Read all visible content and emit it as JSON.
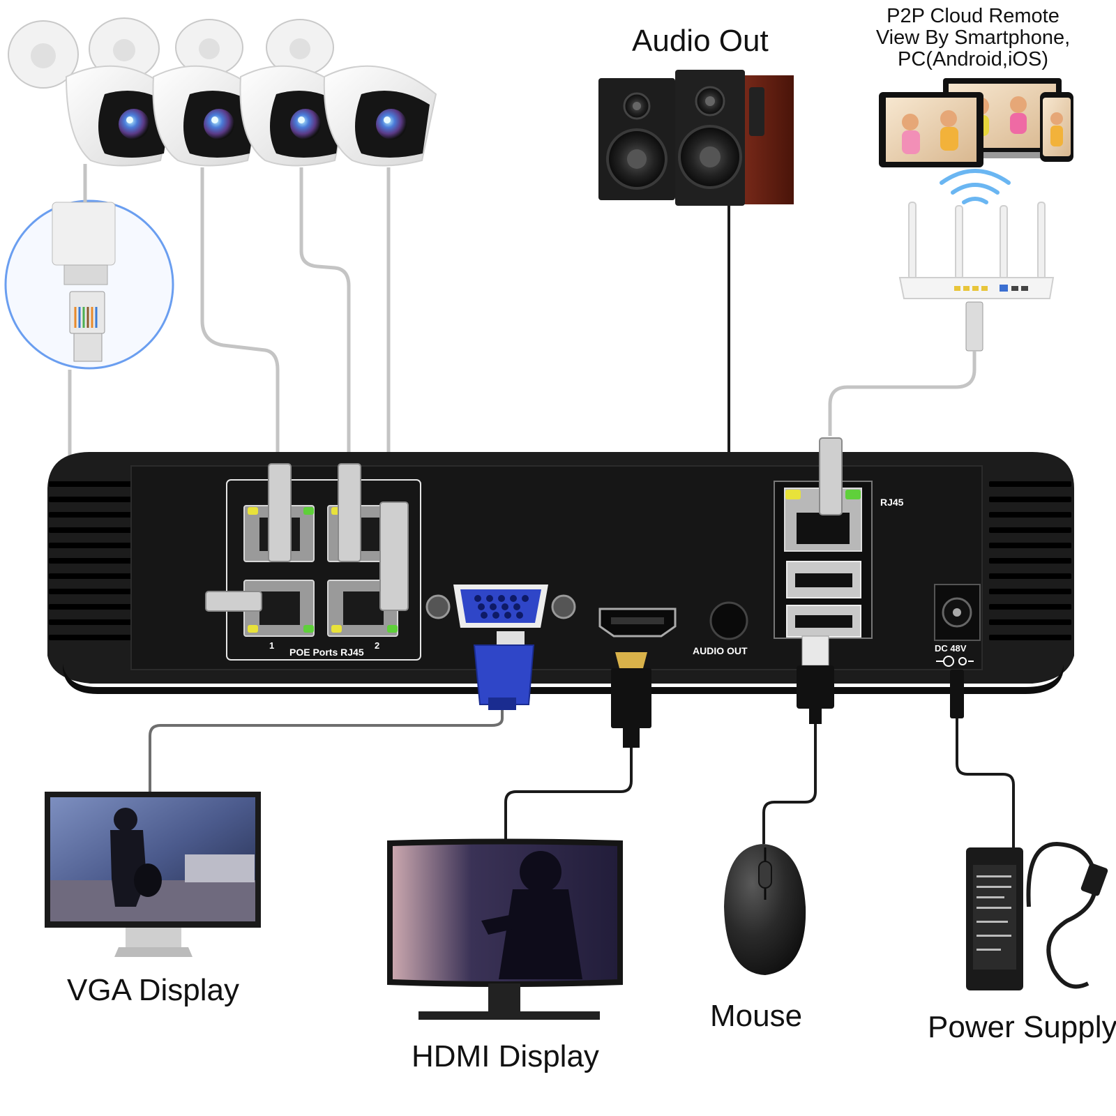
{
  "labels": {
    "audio_out": "Audio Out",
    "p2p_line1": "P2P Cloud Remote",
    "p2p_line2": "View By Smartphone,",
    "p2p_line3": "PC(Android,iOS)",
    "vga_display": "VGA Display",
    "hdmi_display": "HDMI Display",
    "mouse": "Mouse",
    "power_supply": "Power Supply"
  },
  "nvr_panel": {
    "poe_ports": "POE Ports RJ45",
    "port_1": "1",
    "port_2": "2",
    "audio_out_port": "AUDIO OUT",
    "rj45": "RJ45",
    "dc": "DC 48V"
  },
  "colors": {
    "nvr_body": "#1c1c1c",
    "cable_gray": "#bdbdbd",
    "cable_black": "#1a1a1a",
    "vga_blue": "#2f46c8",
    "led_green": "#5fd03a",
    "led_yellow": "#e8e23a",
    "highlight_circle": "#6a9ef0"
  },
  "icons": [
    "camera-icon",
    "speaker-icon",
    "router-icon",
    "laptop-icon",
    "monitor-icon",
    "mouse-icon",
    "power-adapter-icon"
  ]
}
